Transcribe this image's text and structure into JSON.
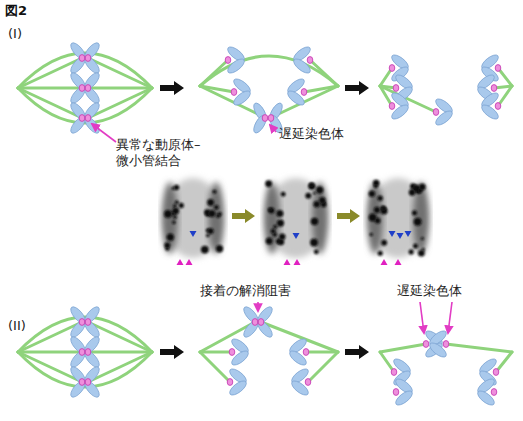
{
  "diagram": {
    "title": "図2",
    "labels": [
      "(I)",
      "異常な動原体– 微小管結合",
      "遅延染色体",
      "(II)",
      "接着の解消阻害",
      "遅延染色体"
    ]
  }
}
